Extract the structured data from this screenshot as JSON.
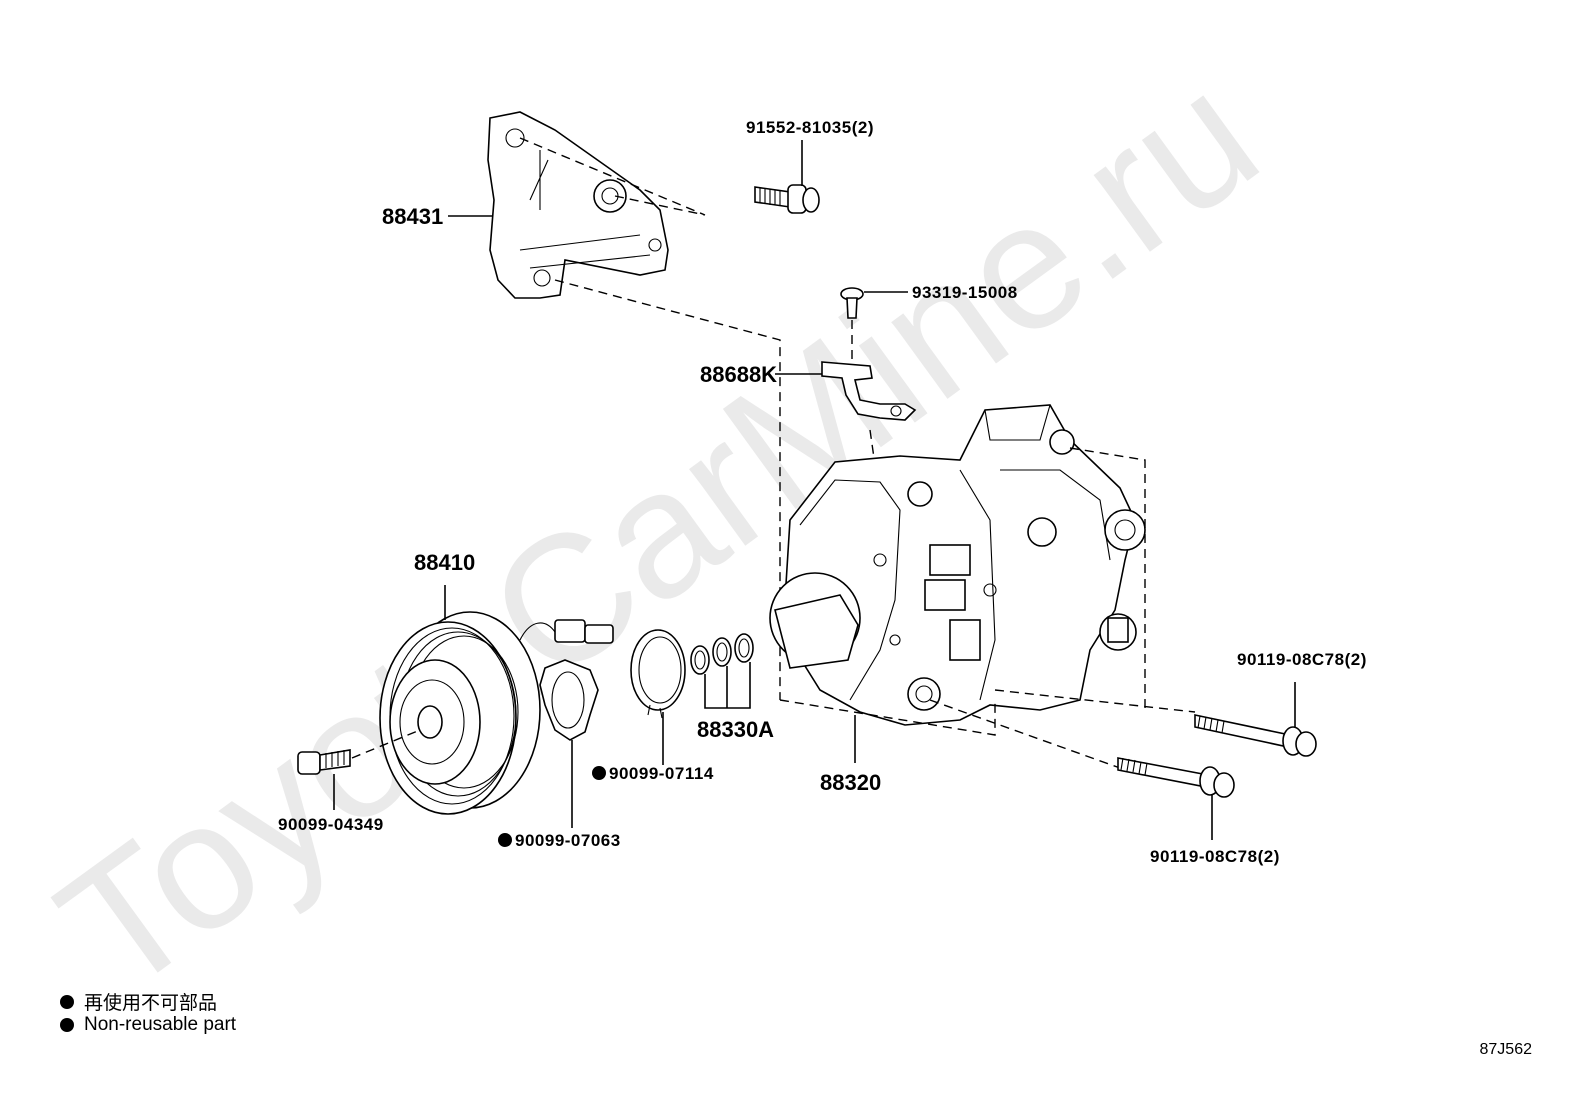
{
  "watermark": "ToyotaCarMine.ru",
  "callouts": {
    "bracket": "88431",
    "bolt_bracket": "91552-81035(2)",
    "screw": "93319-15008",
    "clamp": "88688K",
    "clutch": "88410",
    "compressor": "88320",
    "bolt_clutch": "90099-04349",
    "shim": "90099-07063",
    "snap_ring": "90099-07114",
    "washers": "88330A",
    "stud_upper": "90119-08C78(2)",
    "stud_lower": "90119-08C78(2)"
  },
  "legend": [
    {
      "text": "再使用不可部品"
    },
    {
      "text": "Non-reusable part"
    }
  ],
  "diagram_id": "87J562"
}
